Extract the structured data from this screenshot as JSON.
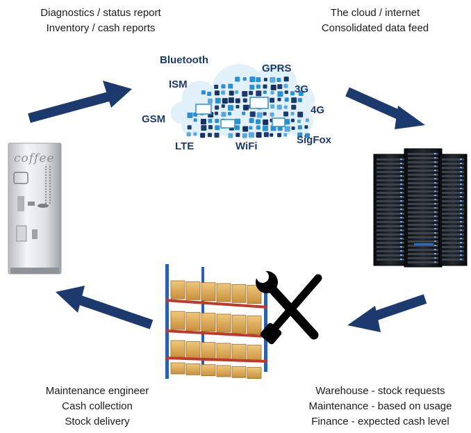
{
  "top_left": {
    "lines": [
      "Diagnostics / status report",
      "Inventory / cash reports"
    ]
  },
  "top_right": {
    "lines": [
      "The cloud / internet",
      "Consolidated data feed"
    ]
  },
  "bottom_left": {
    "lines": [
      "Maintenance engineer",
      "Cash collection",
      "Stock delivery"
    ]
  },
  "bottom_right": {
    "lines": [
      "Warehouse - stock requests",
      "Maintenance - based on usage",
      "Finance - expected cash level"
    ]
  },
  "cloud": {
    "networks": [
      "Bluetooth",
      "GPRS",
      "ISM",
      "3G",
      "4G",
      "GSM",
      "LTE",
      "WiFi",
      "SigFox"
    ]
  },
  "vending_machine": {
    "brand": "coffee"
  },
  "colors": {
    "arrow": "#1d3a6e",
    "cloud_text": "#1d3a6e",
    "cloud_icons": "#2b8fd0"
  }
}
